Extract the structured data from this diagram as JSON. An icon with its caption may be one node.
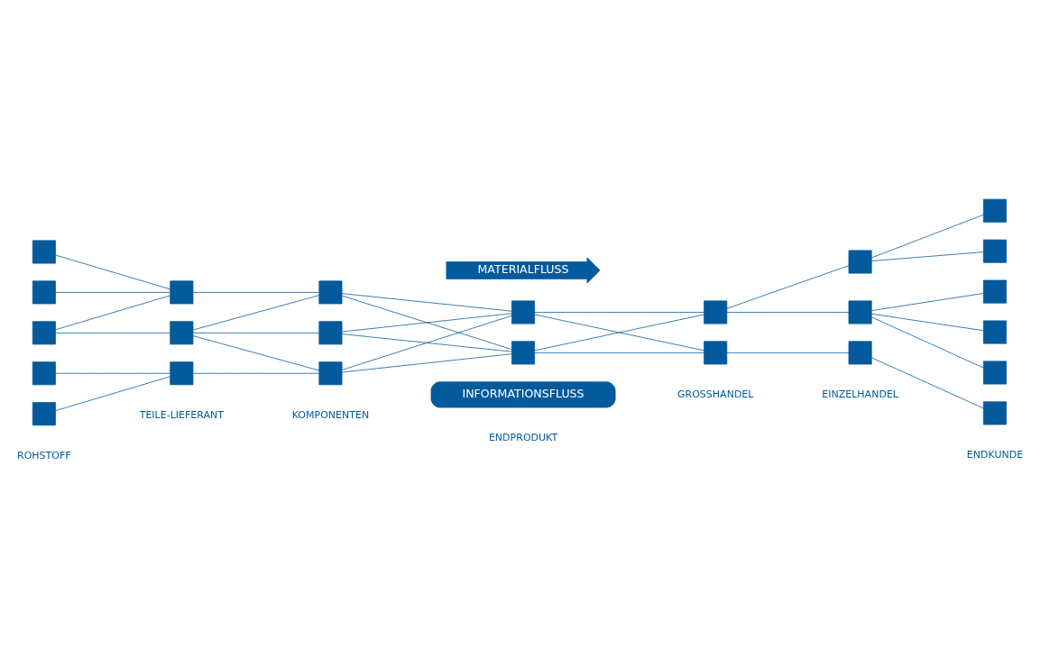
{
  "diagram": {
    "nodes": [
      {
        "text": [
          "MATERIALFLUSS"
        ]
      },
      {
        "text": [],
        "shape": "box"
      },
      {
        "text": [],
        "shape": "box"
      },
      {
        "text": [],
        "shape": "box"
      },
      {
        "text": [],
        "shape": "box"
      },
      {
        "text": [],
        "shape": "box"
      },
      {
        "text": [],
        "shape": "box"
      },
      {
        "text": [],
        "shape": "box"
      },
      {
        "text": [],
        "shape": "box"
      },
      {
        "text": [],
        "shape": "box"
      },
      {
        "text": [],
        "shape": "box"
      },
      {
        "text": [],
        "shape": "box"
      },
      {
        "text": [],
        "shape": "box"
      },
      {
        "text": [],
        "shape": "box"
      },
      {
        "text": [],
        "shape": "box"
      },
      {
        "text": [],
        "shape": "box"
      },
      {
        "text": [],
        "shape": "box"
      },
      {
        "text": [],
        "shape": "box"
      },
      {
        "text": [],
        "shape": "box"
      },
      {
        "text": [],
        "shape": "box"
      },
      {
        "text": [],
        "shape": "box"
      },
      {
        "text": [],
        "shape": "box"
      },
      {
        "text": [],
        "shape": "box"
      },
      {
        "text": [],
        "shape": "box"
      },
      {
        "text": [],
        "shape": "box"
      },
      {
        "text": [
          "INFORMATIONSFLUSS"
        ]
      }
    ],
    "edges": [
      {
        "from": 1,
        "to": 6,
        "arrow": "none"
      },
      {
        "from": 2,
        "to": 6,
        "arrow": "none"
      },
      {
        "from": 3,
        "to": 6,
        "arrow": "none"
      },
      {
        "from": 3,
        "to": 7,
        "arrow": "none"
      },
      {
        "from": 4,
        "to": 8,
        "arrow": "none"
      },
      {
        "from": 5,
        "to": 8,
        "arrow": "none"
      },
      {
        "from": 6,
        "to": 9,
        "arrow": "none"
      },
      {
        "from": 7,
        "to": 9,
        "arrow": "none"
      },
      {
        "from": 7,
        "to": 10,
        "arrow": "none"
      },
      {
        "from": 7,
        "to": 11,
        "arrow": "none"
      },
      {
        "from": 8,
        "to": 11,
        "arrow": "none"
      },
      {
        "from": 9,
        "to": 12,
        "arrow": "none"
      },
      {
        "from": 9,
        "to": 13,
        "arrow": "none"
      },
      {
        "from": 10,
        "to": 12,
        "arrow": "none"
      },
      {
        "from": 10,
        "to": 13,
        "arrow": "none"
      },
      {
        "from": 11,
        "to": 12,
        "arrow": "none"
      },
      {
        "from": 11,
        "to": 13,
        "arrow": "none"
      },
      {
        "from": 12,
        "to": 14,
        "arrow": "none"
      },
      {
        "from": 12,
        "to": 15,
        "arrow": "none"
      },
      {
        "from": 13,
        "to": 14,
        "arrow": "none"
      },
      {
        "from": 13,
        "to": 15,
        "arrow": "none"
      },
      {
        "from": 14,
        "to": 16,
        "arrow": "none"
      },
      {
        "from": 14,
        "to": 17,
        "arrow": "none"
      },
      {
        "from": 15,
        "to": 18,
        "arrow": "none"
      },
      {
        "from": 16,
        "to": 19,
        "arrow": "none"
      },
      {
        "from": 16,
        "to": 20,
        "arrow": "none"
      },
      {
        "from": 17,
        "to": 21,
        "arrow": "none"
      },
      {
        "from": 17,
        "to": 22,
        "arrow": "none"
      },
      {
        "from": 17,
        "to": 23,
        "arrow": "none"
      },
      {
        "from": 18,
        "to": 24,
        "arrow": "none"
      }
    ],
    "labels": [
      "ROHSTOFF",
      "TEILE-LIEFERANT",
      "KOMPONENTEN",
      "ENDPRODUKT",
      "GROSSHANDEL",
      "EINZELHANDEL",
      "ENDKUNDE"
    ]
  }
}
